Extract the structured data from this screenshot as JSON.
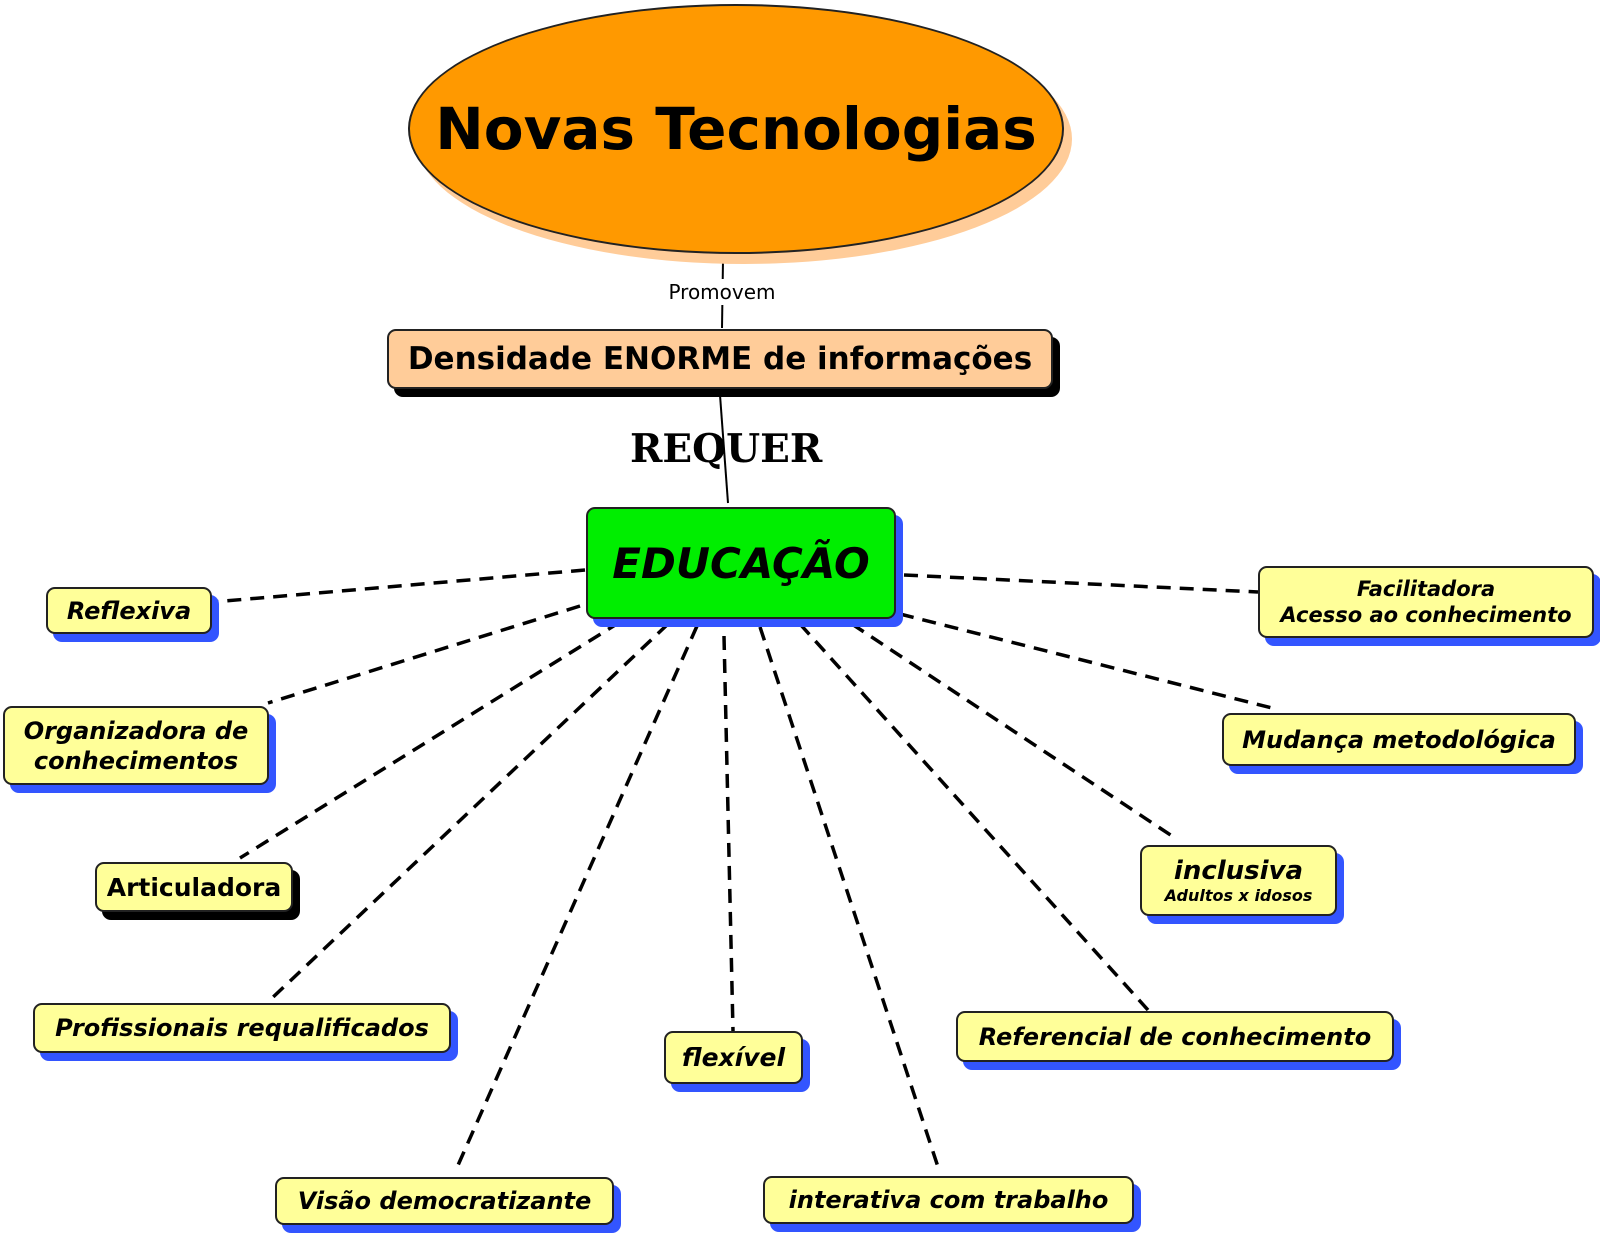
{
  "root": {
    "title": "Novas Tecnologias"
  },
  "link_top": "Promovem",
  "density": "Densidade ENORME de informações",
  "link_mid": "REQUER",
  "center": "EDUCAÇÃO",
  "attributes": {
    "reflexiva": "Reflexiva",
    "organizadora_1": "Organizadora de",
    "organizadora_2": "conhecimentos",
    "articuladora": "Articuladora",
    "profissionais": "Profissionais requalificados",
    "visao": "Visão democratizante",
    "flexivel": "flexível",
    "interativa": "interativa com trabalho",
    "referencial": "Referencial de conhecimento",
    "inclusiva": "inclusiva",
    "inclusiva_sub": "Adultos x idosos",
    "mudanca": "Mudança metodológica",
    "facilitadora_1": "Facilitadora",
    "facilitadora_2": "Acesso ao conhecimento"
  },
  "colors": {
    "root_fill": "#ff9900",
    "density_fill": "#ffcc99",
    "center_fill": "#00ee00",
    "attribute_fill": "#ffff99",
    "shadow_blue": "#3355ff"
  }
}
